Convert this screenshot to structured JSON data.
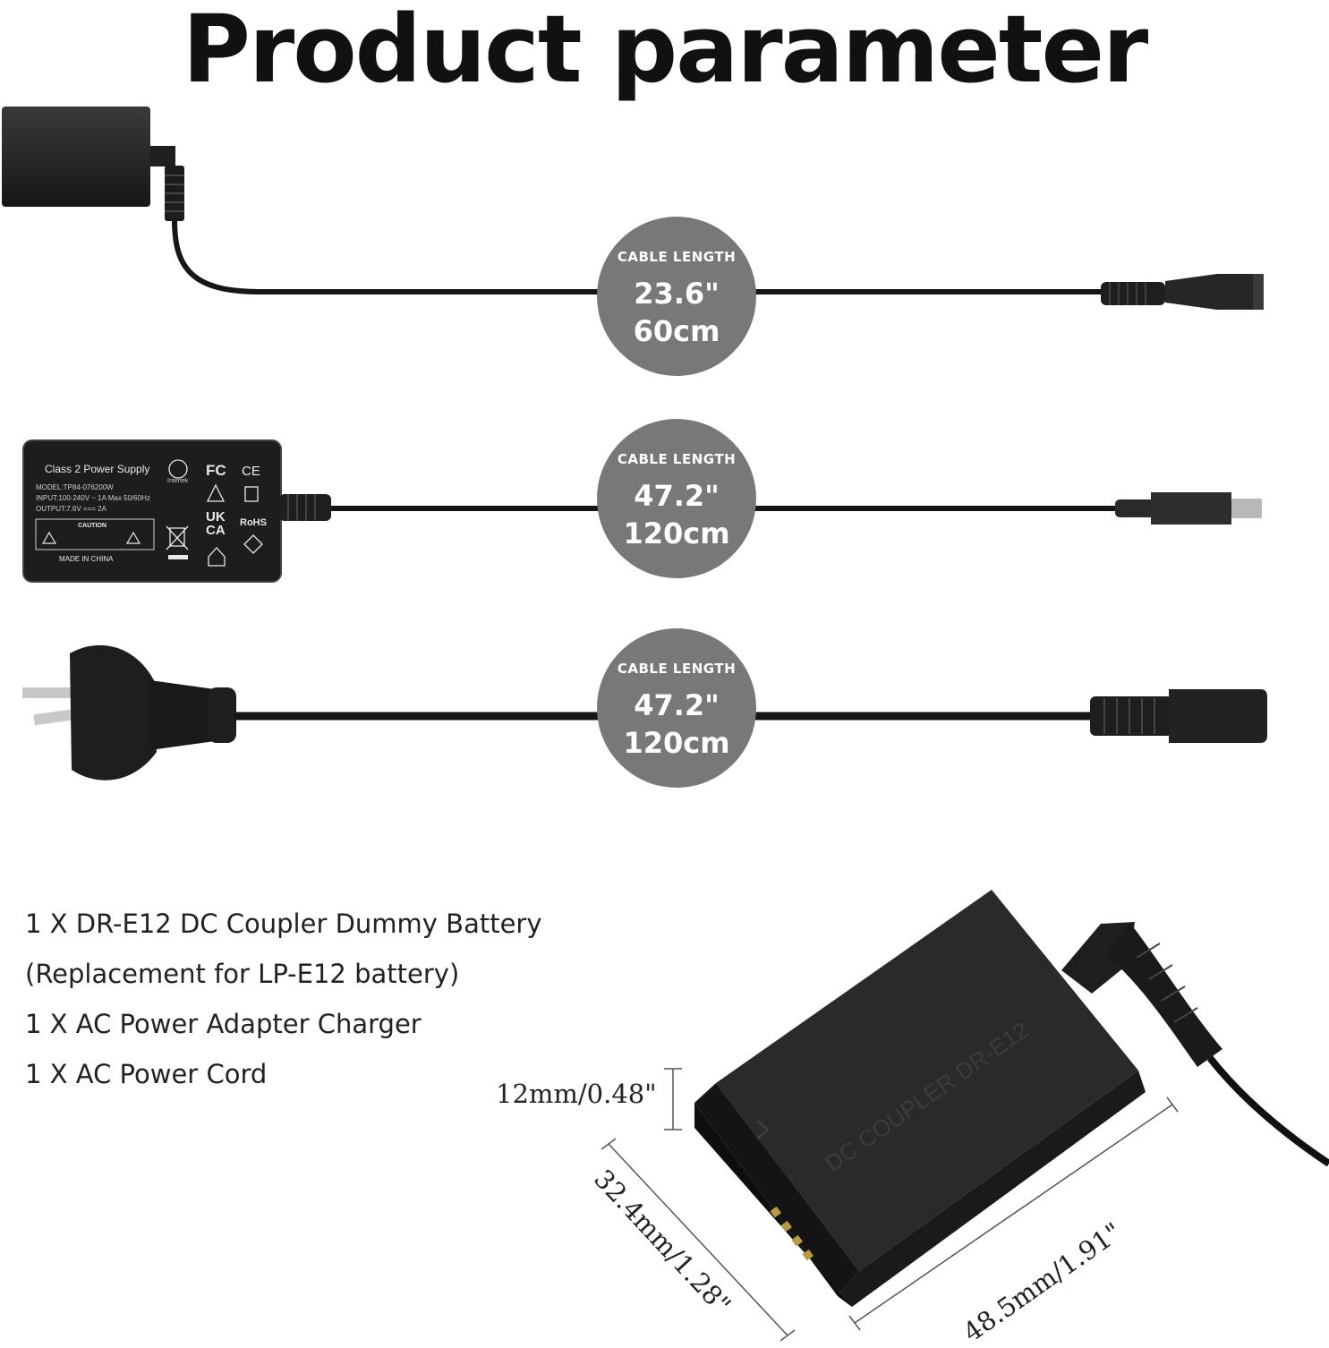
{
  "title": "Product parameter",
  "cables": [
    {
      "label": "CABLE LENGTH",
      "inches": "23.6\"",
      "cm": "60cm"
    },
    {
      "label": "CABLE LENGTH",
      "inches": "47.2\"",
      "cm": "120cm"
    },
    {
      "label": "CABLE LENGTH",
      "inches": "47.2\"",
      "cm": "120cm"
    }
  ],
  "adapter_label": {
    "name": "Class 2 Power Supply",
    "model": "MODEL:TP84-076200W",
    "input": "INPUT:100-240V ~ 1A Max 50/60Hz",
    "output": "OUTPUT:7.6V === 2A",
    "caution": "CAUTION",
    "made_in": "MADE IN CHINA",
    "fc": "FC",
    "ce": "CE",
    "ukca_top": "UK",
    "ukca_bottom": "CA",
    "rohs": "RoHS",
    "intertek": "Intertek"
  },
  "battery_marking": "DC COUPLER DR-E12",
  "contents": [
    "1 X DR-E12 DC Coupler Dummy Battery",
    "(Replacement for LP-E12 battery)",
    "1 X AC Power Adapter Charger",
    "1 X AC Power Cord"
  ],
  "dimensions": {
    "thickness": "12mm/0.48\"",
    "width": "32.4mm/1.28\"",
    "length": "48.5mm/1.91\""
  },
  "colors": {
    "badge": "#787878",
    "product": "#1e1e1e",
    "text": "#222222"
  }
}
